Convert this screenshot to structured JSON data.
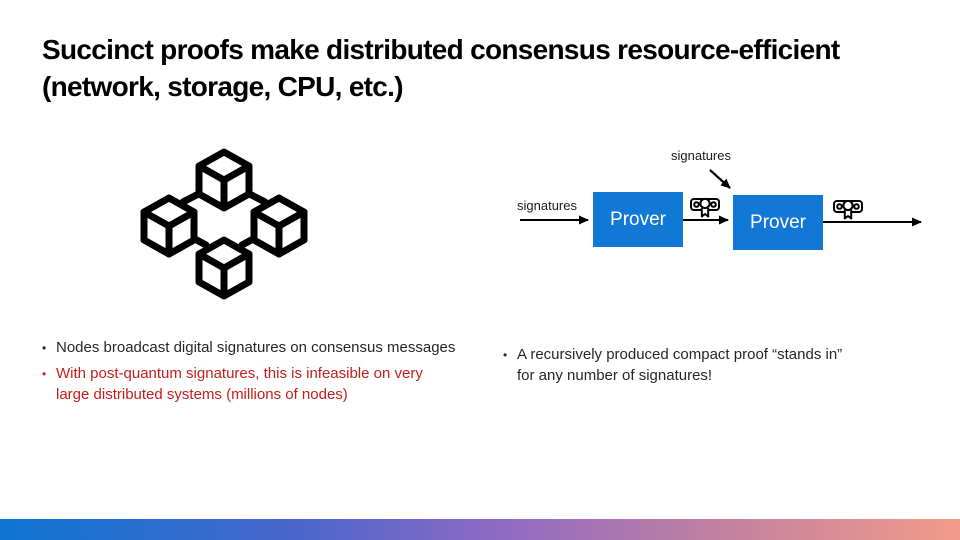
{
  "slide": {
    "title": "Succinct proofs make distributed consensus resource-efficient\n(network, storage, CPU, etc.)"
  },
  "diagram": {
    "input_label": "signatures",
    "top_label": "signatures",
    "provers": [
      {
        "label": "Prover"
      },
      {
        "label": "Prover"
      }
    ],
    "box_color": "#1278d6",
    "icons": {
      "network": "blockchain-cubes-icon",
      "proof": "certificate-scroll-icon"
    }
  },
  "bullets_left": [
    {
      "text": "Nodes broadcast digital signatures on consensus messages",
      "color": "#262626"
    },
    {
      "text": "With post-quantum signatures, this is infeasible on very\nlarge distributed systems (millions of nodes)",
      "color": "#c41e1a"
    }
  ],
  "bullets_right": [
    {
      "text": "A recursively produced compact proof “stands in”\nfor any number of signatures!",
      "color": "#262626"
    }
  ],
  "footer": {
    "gradient_stops": [
      "#0d76d2 0%",
      "#4766cc 30%",
      "#8f6ac4 52%",
      "#c2819f 75%",
      "#f29b8b 100%"
    ]
  }
}
